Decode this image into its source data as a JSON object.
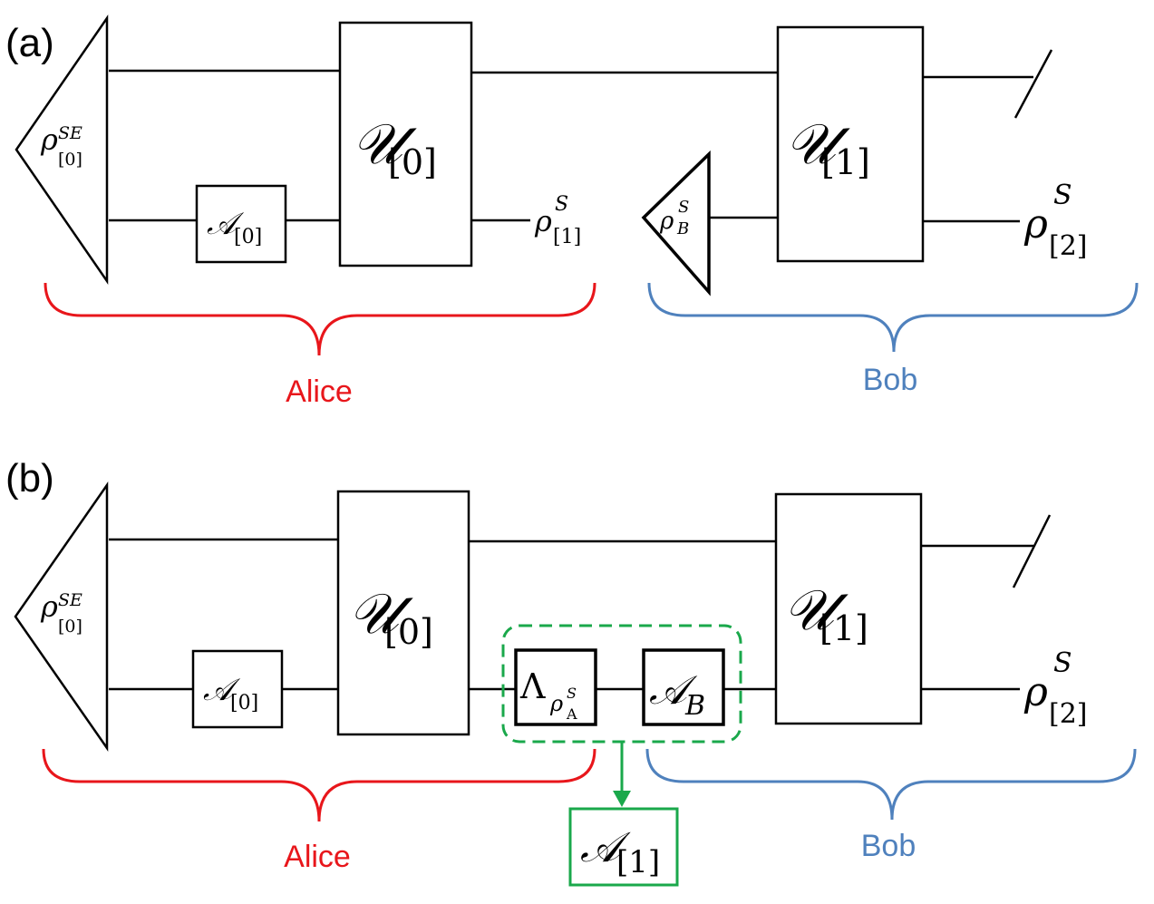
{
  "panels": [
    {
      "label": "(a)",
      "source": {
        "base": "ρ",
        "sup": "SE",
        "sub": "[0]"
      },
      "gate_a0": {
        "base": "𝒜",
        "sub": "[0]"
      },
      "unitary0": {
        "base": "𝒰",
        "sub": "[0]"
      },
      "output1": {
        "base": "ρ",
        "sup": "S",
        "sub": "[1]"
      },
      "bob_source": {
        "base": "ρ",
        "sup": "S",
        "sub": "B"
      },
      "unitary1": {
        "base": "𝒰",
        "sub": "[1]"
      },
      "output2": {
        "base": "ρ",
        "sup": "S",
        "sub": "[2]"
      },
      "alice_label": "Alice",
      "bob_label": "Bob"
    },
    {
      "label": "(b)",
      "source": {
        "base": "ρ",
        "sup": "SE",
        "sub": "[0]"
      },
      "gate_a0": {
        "base": "𝒜",
        "sub": "[0]"
      },
      "unitary0": {
        "base": "𝒰",
        "sub": "[0]"
      },
      "lambda_gate": {
        "base": "Λ",
        "sub_base": "ρ",
        "sub_sup": "S",
        "sub_sub": "A"
      },
      "gate_ab": {
        "base": "𝒜",
        "sub": "B"
      },
      "unitary1": {
        "base": "𝒰",
        "sub": "[1]"
      },
      "output2": {
        "base": "ρ",
        "sup": "S",
        "sub": "[2]"
      },
      "combined": {
        "base": "𝒜",
        "sub": "[1]"
      },
      "alice_label": "Alice",
      "bob_label": "Bob"
    }
  ],
  "colors": {
    "alice": "#e8161b",
    "bob": "#4f81bd",
    "combined": "#1aa84b"
  }
}
